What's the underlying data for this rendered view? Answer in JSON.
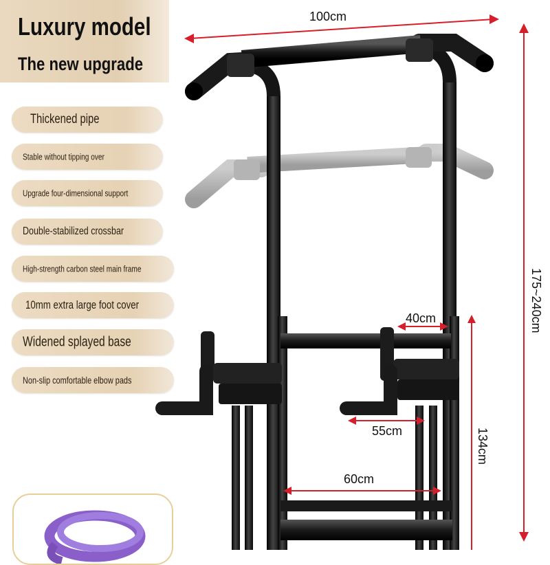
{
  "header": {
    "line1": "Luxury model",
    "line2": "The new upgrade"
  },
  "features": [
    "Thickened pipe",
    "Stable without tipping over",
    "Upgrade four-dimensional support",
    "Double-stabilized crossbar",
    "High-strength carbon steel main frame",
    "10mm extra large foot cover",
    "Widened splayed base",
    "Non-slip comfortable elbow pads"
  ],
  "dimensions": {
    "top_width": "100cm",
    "height_range": "175~240cm",
    "dip_bar_spacing": "40cm",
    "handle_spacing": "55cm",
    "dip_height": "134cm",
    "base_width": "60cm"
  },
  "colors": {
    "accent_line": "#d4202a",
    "frame": "#1c1c1c",
    "pill_bg": "#e6d2b4",
    "band": "#8a5fc9"
  },
  "icons": {
    "band": "resistance-band-icon"
  }
}
